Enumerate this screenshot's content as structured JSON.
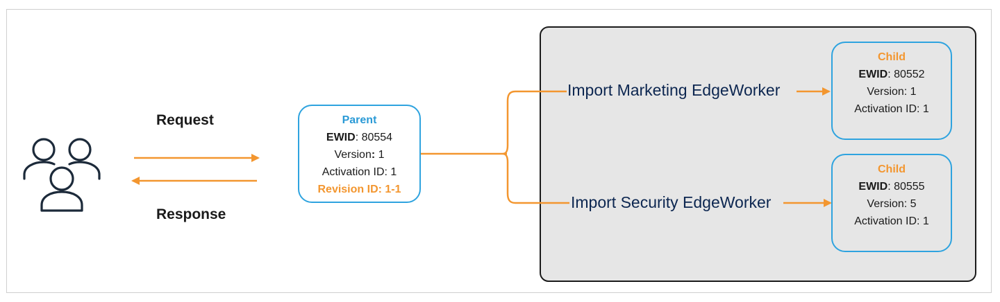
{
  "colors": {
    "accent_orange": "#f3962f",
    "node_border_blue": "#2ea3df",
    "parent_title_blue": "#2a9ad6",
    "import_label_navy": "#0c2650",
    "container_gray": "#e6e6e6",
    "icon_navy": "#1c2a3a"
  },
  "labels": {
    "request": "Request",
    "response": "Response"
  },
  "parent": {
    "title": "Parent",
    "ewid_key": "EWID",
    "ewid_value": ": 80554",
    "version_key": "Version",
    "version_sep": ":",
    "version_value": " 1",
    "activation": "Activation ID: 1",
    "revision": "Revision ID: 1-1"
  },
  "imports": [
    {
      "label": "Import Marketing EdgeWorker"
    },
    {
      "label": "Import Security EdgeWorker"
    }
  ],
  "children": [
    {
      "title": "Child",
      "ewid_key": "EWID",
      "ewid_value": ": 80552",
      "version": "Version: 1",
      "activation": "Activation ID: 1"
    },
    {
      "title": "Child",
      "ewid_key": "EWID",
      "ewid_value": ": 80555",
      "version": "Version: 5",
      "activation": "Activation ID: 1"
    }
  ],
  "icons": {
    "users": "users-group-icon"
  }
}
